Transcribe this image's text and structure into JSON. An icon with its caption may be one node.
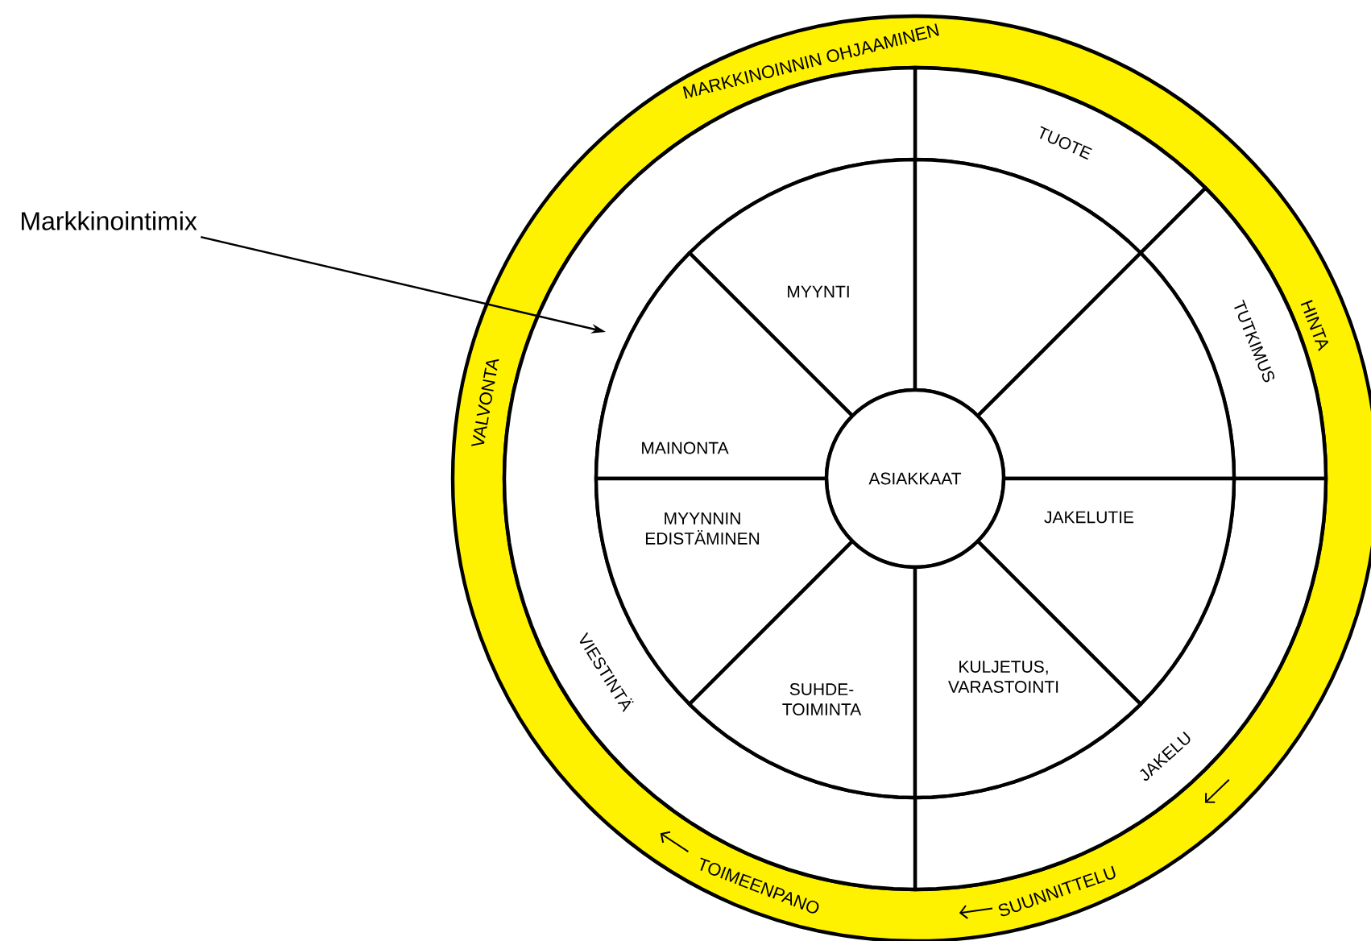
{
  "diagram": {
    "nodes": [
      {
        "text": [
          "MARKKINOINNIN OHJAAMINEN",
          "VALVONTA",
          "HINTA",
          "TOIMEENPANO",
          "SUUNNITTELU"
        ]
      },
      {
        "text": [
          "Markkinointimix"
        ]
      },
      {
        "text": [
          "TUOTE"
        ],
        "in": 0
      },
      {
        "text": [
          "TUTKIMUS"
        ],
        "in": 0
      },
      {
        "text": [
          "JAKELU"
        ],
        "in": 0
      },
      {
        "text": [
          "VIESTINTÄ"
        ],
        "in": 0
      },
      {
        "text": [
          "MYYNTI"
        ],
        "in": 0
      },
      {
        "text": [],
        "shape": "wedge",
        "in": 0
      },
      {
        "text": [],
        "shape": "wedge",
        "in": 0
      },
      {
        "text": [
          "MAINONTA"
        ],
        "in": 0
      },
      {
        "text": [
          "ASIAKKAAT"
        ],
        "in": 0
      },
      {
        "text": [
          "JAKELUTIE"
        ],
        "in": 0
      },
      {
        "text": [
          "MYYNNIN EDISTÄMINEN"
        ],
        "in": 0
      },
      {
        "text": [
          "SUHDE- TOIMINTA"
        ],
        "in": 0
      },
      {
        "text": [
          "KULJETUS, VARASTOINTI"
        ],
        "in": 0
      }
    ],
    "edges": [
      {
        "from": 1,
        "to": 5,
        "arrow": "to"
      }
    ]
  }
}
